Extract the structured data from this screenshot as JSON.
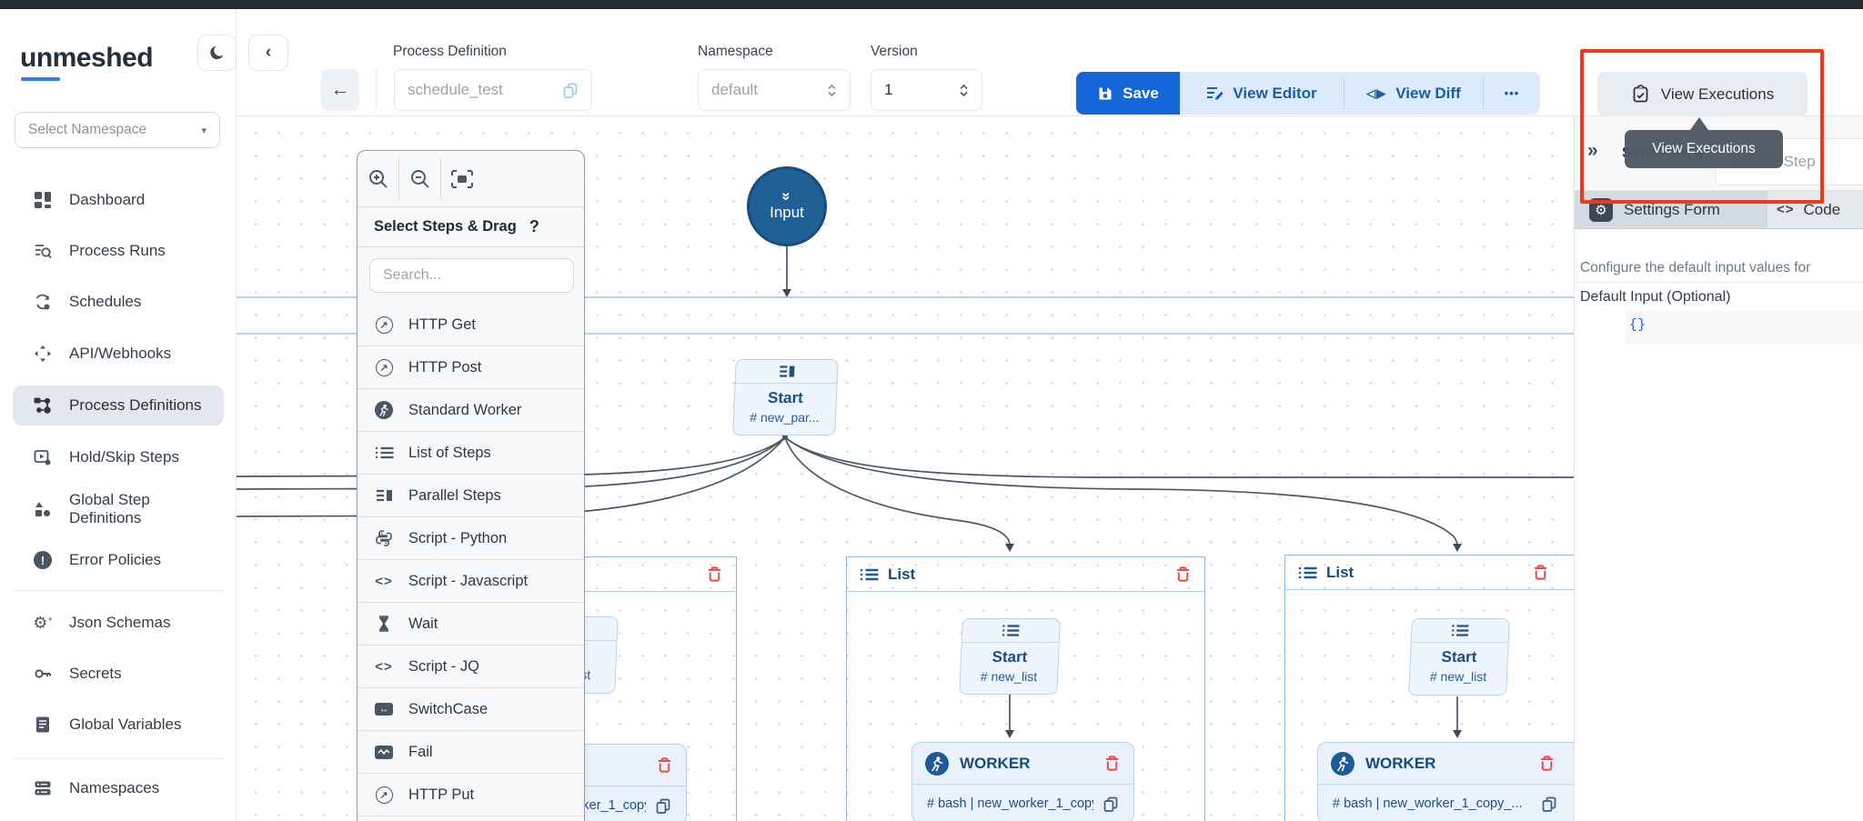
{
  "sidebar": {
    "brand": "unmeshed",
    "namespace_placeholder": "Select Namespace",
    "items": [
      {
        "label": "Dashboard"
      },
      {
        "label": "Process Runs"
      },
      {
        "label": "Schedules"
      },
      {
        "label": "API/Webhooks"
      },
      {
        "label": "Process Definitions"
      },
      {
        "label": "Hold/Skip Steps"
      },
      {
        "label": "Global Step Definitions"
      },
      {
        "label": "Error Policies"
      },
      {
        "label": "Json Schemas"
      },
      {
        "label": "Secrets"
      },
      {
        "label": "Global Variables"
      },
      {
        "label": "Namespaces"
      }
    ],
    "active_item": "Process Definitions"
  },
  "topbar": {
    "back_arrow": "←",
    "process_definition": {
      "label": "Process Definition",
      "value": "schedule_test"
    },
    "namespace": {
      "label": "Namespace",
      "value": "default"
    },
    "version": {
      "label": "Version",
      "value": "1"
    },
    "save_label": "Save",
    "view_editor_label": "View Editor",
    "view_diff_label": "View Diff",
    "more_label": "•••",
    "view_executions_label": "View Executions",
    "tooltip_text": "View Executions"
  },
  "steps_panel": {
    "title": "Select Steps & Drag",
    "help": "?",
    "search_placeholder": "Search...",
    "items": [
      "HTTP Get",
      "HTTP Post",
      "Standard Worker",
      "List of Steps",
      "Parallel Steps",
      "Script - Python",
      "Script - Javascript",
      "Wait",
      "Script - JQ",
      "SwitchCase",
      "Fail",
      "HTTP Put"
    ]
  },
  "canvas": {
    "input_node_label": "Input",
    "parallel_start": {
      "title": "Start",
      "subtitle": "# new_par..."
    },
    "list_title": "List",
    "list_start": {
      "title": "Start",
      "subtitle": "# new_list"
    },
    "worker": {
      "title": "WORKER",
      "subtitle": "# bash | new_worker_1_copy_..."
    }
  },
  "right_panel": {
    "collapse_glyph": "»",
    "select_step_label": "Select Step",
    "search_placeholder": "Search Step",
    "tabs": {
      "settings": "Settings Form",
      "code": "Code"
    },
    "code_tab_glyph": "<>",
    "description": "Configure the default input values for",
    "default_input_label": "Default Input (Optional)",
    "editor_value": "{}"
  },
  "colors": {
    "accent_blue": "#1566d8",
    "light_blue_button": "#dcebfb",
    "node_blue": "#1f6096",
    "node_card_bg": "#eef5fc",
    "container_border": "#8fb9e6",
    "highlight_red": "#ee3a1c",
    "danger_red": "#ef4444",
    "tooltip_bg": "#4e5963",
    "topstrip": "#222b31"
  }
}
